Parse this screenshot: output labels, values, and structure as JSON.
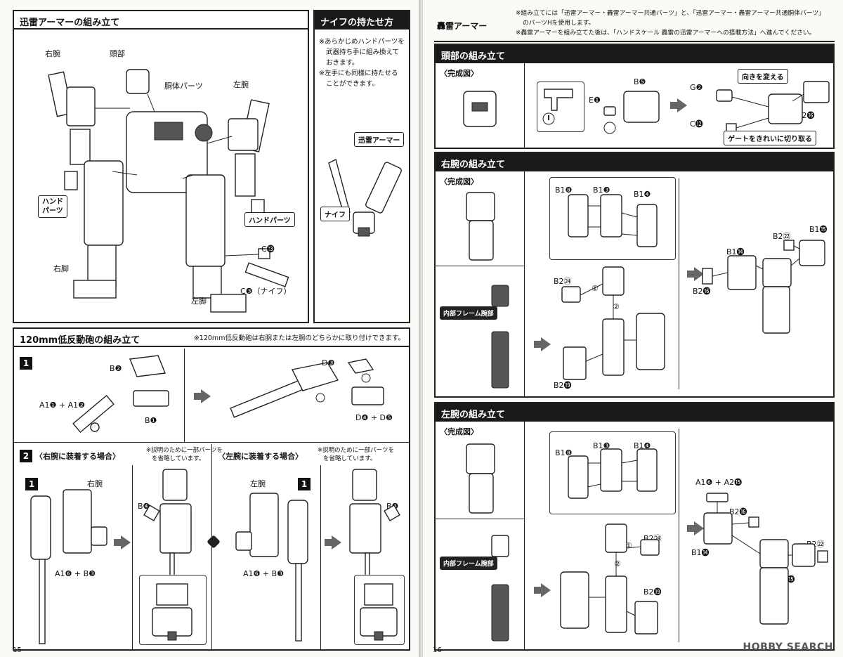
{
  "left_page": {
    "page_number": "15",
    "jinrai_section": {
      "title": "迅雷アーマーの組み立て",
      "labels": {
        "right_arm": "右腕",
        "head": "頭部",
        "torso": "胴体パーツ",
        "left_arm": "左腕",
        "hand_parts_left": "ハンド\nパーツ",
        "hand_parts_right": "ハンドパーツ",
        "right_leg": "右脚",
        "left_leg": "左脚",
        "part_c13": "C⓭",
        "part_c3_knife": "C❸（ナイフ）"
      }
    },
    "knife_section": {
      "title": "ナイフの持たせ方",
      "notes": [
        "※あらかじめハンドパーツを",
        "武器持ち手に組み換えて",
        "おきます。",
        "※左手にも同様に持たせる",
        "ことができます。"
      ],
      "label_armor": "迅雷アーマー",
      "label_knife": "ナイフ"
    },
    "cannon_section": {
      "title": "120mm低反動砲の組み立て",
      "note": "※120mm低反動砲は右腕または左腕のどちらかに取り付けできます。",
      "step1": {
        "number": "1",
        "parts": {
          "b2": "B❷",
          "a1": "A1❶ + A1❷",
          "b1": "B❶",
          "d3": "D❸",
          "d4d5": "D❹ + D❺"
        }
      },
      "step2_right": {
        "number": "2",
        "title": "〈右腕に装着する場合〉",
        "notes": [
          "※説明のために一部パーツを",
          "を省略しています。"
        ],
        "label_arm": "右腕",
        "ref": "1",
        "parts": {
          "a6b3": "A1❻ + B❸",
          "b4": "B❹"
        }
      },
      "step2_left": {
        "title": "〈左腕に装着する場合〉",
        "notes": [
          "※説明のために一部パーツを",
          "を省略しています。"
        ],
        "label_arm": "左腕",
        "ref": "1",
        "parts": {
          "a6b3": "A1❻ + B❸",
          "b4": "B❹"
        }
      }
    }
  },
  "right_page": {
    "page_number": "16",
    "gourai_header": {
      "title": "轟雷アーマー",
      "notes": [
        "※組み立てには「迅雷アーマー・轟雷アーマー共通パーツ」と、「迅雷アーマー・轟雷アーマー共通胴体パーツ」",
        "のパーツHを使用します。",
        "※轟雷アーマーを組み立てた後は、「ハンドスケール 轟雷の迅雷アーマーへの搭載方法」へ進んでください。"
      ]
    },
    "head_section": {
      "title": "頭部の組み立て",
      "complete_label": "〈完成図〉",
      "parts": {
        "e1": "E❶",
        "b5": "B❺",
        "g2": "G❷",
        "c12": "C⓬",
        "a216": "A2⓰"
      },
      "callouts": {
        "rotate": "向きを変える",
        "gate": "ゲートをきれいに切り取る"
      }
    },
    "right_arm_section": {
      "title": "右腕の組み立て",
      "complete_label": "〈完成図〉",
      "frame_label": "内部フレーム腕部",
      "parts": {
        "b18": "B1❽",
        "b13": "B1❸",
        "b14": "B1❹",
        "b224": "B2㉔",
        "b219": "B2⓳",
        "b114": "B1⓮",
        "b222": "B2㉒",
        "b115": "B1⓯",
        "b216": "B2⓰",
        "n1": "①",
        "n2": "②"
      }
    },
    "left_arm_section": {
      "title": "左腕の組み立て",
      "complete_label": "〈完成図〉",
      "frame_label": "内部フレーム腕部",
      "parts": {
        "b18": "B1❽",
        "b13": "B1❸",
        "b14": "B1❹",
        "b224": "B2㉔",
        "b219": "B2⓳",
        "a16a215": "A1❻ + A2⓯",
        "b216": "B2⓰",
        "b114": "B1⓮",
        "b222": "B2㉒",
        "b115": "B1⓯",
        "n1": "①",
        "n2": "②"
      }
    },
    "watermark": "HOBBY SEARCH"
  }
}
